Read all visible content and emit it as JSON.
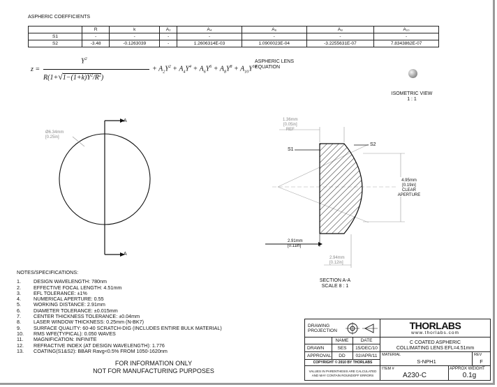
{
  "coefficients": {
    "title": "ASPHERIC COEFFICIENTS",
    "headers": [
      "",
      "R",
      "k",
      "A₂",
      "A₄",
      "A₆",
      "A₈",
      "A₁₀"
    ],
    "rows": [
      [
        "S1",
        "-",
        "-",
        "-",
        "-",
        "-",
        "-",
        "-"
      ],
      [
        "S2",
        "-3.48",
        "-0.1263039",
        "-",
        "1.2606314E-03",
        "1.0900023E-04",
        "-3.2255631E-07",
        "7.8343862E-07"
      ]
    ]
  },
  "equation": {
    "label_line1": "ASPHERIC LENS",
    "label_line2": "EQUATION"
  },
  "isometric": {
    "title": "ISOMETRIC VIEW",
    "scale": "1 : 1"
  },
  "front_view": {
    "diameter_mm": "Ø6.34mm",
    "diameter_in": "[0.25in]",
    "section_mark_top": "A",
    "section_mark_bottom": "A"
  },
  "section_view": {
    "edge_thickness_mm": "1.36mm",
    "edge_thickness_in": "[0.05in]",
    "edge_thickness_ref": "REF",
    "s1_label": "S1",
    "s2_label": "S2",
    "aperture_mm": "4.95mm",
    "aperture_in": "[0.19in]",
    "aperture_label1": "CLEAR",
    "aperture_label2": "APERTURE",
    "center_thickness_mm": "2.91mm",
    "center_thickness_in": "[0.11in]",
    "working_dist_mm": "2.94mm",
    "working_dist_in": "[0.12in]",
    "title": "SECTION A-A",
    "scale": "SCALE 8 : 1"
  },
  "notes": {
    "heading": "NOTES/SPECIFICATIONS:",
    "items": [
      {
        "num": "1.",
        "text": "DESIGN WAVELENGTH: 780nm"
      },
      {
        "num": "2.",
        "text": "EFFECTIVE FOCAL LENGTH: 4.51mm"
      },
      {
        "num": "3.",
        "text": "EFL TOLERANCE: ±1%"
      },
      {
        "num": "4.",
        "text": "NUMERICAL APERTURE: 0.55"
      },
      {
        "num": "5.",
        "text": "WORKING DISTANCE: 2.91mm"
      },
      {
        "num": "6.",
        "text": "DIAMETER TOLERANCE: ±0.015mm"
      },
      {
        "num": "7.",
        "text": "CENTER THICKNESS TOLERANCE: ±0.04mm"
      },
      {
        "num": "8.",
        "text": "LASER WINDOW THICKNESS: 0.25mm (N-BK7)"
      },
      {
        "num": "9.",
        "text": "SURFACE QUALITY: 60-40 SCRATCH-DIG (INCLUDES ENTIRE BULK MATERIAL)"
      },
      {
        "num": "10.",
        "text": "RMS WFE(TYPICAL): 0.050 WAVES"
      },
      {
        "num": "11.",
        "text": "MAGNIFICATION: INFINITE"
      },
      {
        "num": "12.",
        "text": "REFRACTIVE INDEX (AT DESIGN WAVELENGTH): 1.776"
      },
      {
        "num": "13.",
        "text": "COATING(S1&S2): BBAR Ravg<0.5% FROM 1050-1620nm"
      }
    ]
  },
  "disclaimer": {
    "line1": "FOR INFORMATION ONLY",
    "line2": "NOT FOR MANUFACTURING PURPOSES"
  },
  "title_block": {
    "projection_line1": "DRAWING",
    "projection_line2": "PROJECTION",
    "logo": "THORLABS",
    "website": "www.thorlabs.com",
    "desc_line1": "C COATED ASPHERIC",
    "desc_line2": "COLLIMATING LENS  EFL=4.51mm",
    "col_name": "NAME",
    "col_date": "DATE",
    "drawn_label": "DRAWN",
    "drawn_name": "SES",
    "drawn_date": "15/DEC/10",
    "approval_label": "APPROVAL",
    "approval_name": "DD",
    "approval_date": "02/APR/11",
    "material_label": "MATERIAL",
    "material": "S-NPH1",
    "rev_label": "REV",
    "rev": "F",
    "copyright": "COPYRIGHT © 2010 BY THORLABS",
    "values_note1": "VALUES IN PARENTHESIS ARE CALCULATED",
    "values_note2": "AND MAY CONTAIN ROUNDOFF ERRORS",
    "item_label": "ITEM #",
    "item": "A230-C",
    "weight_label": "APPROX WEIGHT",
    "weight": "0.1g"
  }
}
